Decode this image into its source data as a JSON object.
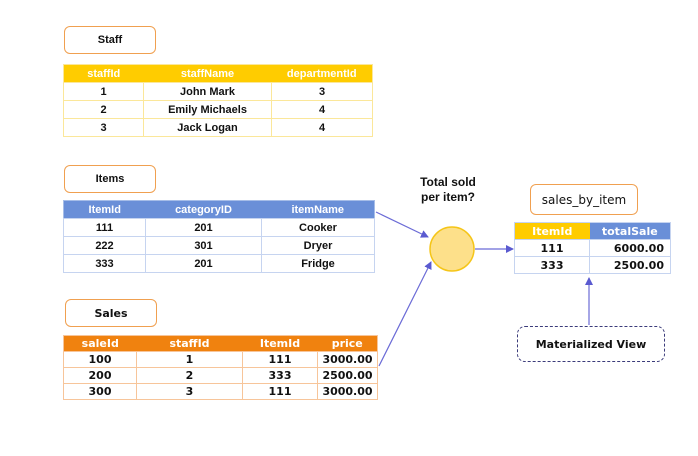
{
  "staff": {
    "label": "Staff",
    "columns": [
      "staffId",
      "staffName",
      "departmentId"
    ],
    "rows": [
      [
        "1",
        "John Mark",
        "3"
      ],
      [
        "2",
        "Emily Michaels",
        "4"
      ],
      [
        "3",
        "Jack Logan",
        "4"
      ]
    ]
  },
  "items": {
    "label": "Items",
    "columns": [
      "ItemId",
      "categoryID",
      "itemName"
    ],
    "rows": [
      [
        "111",
        "201",
        "Cooker"
      ],
      [
        "222",
        "301",
        "Dryer"
      ],
      [
        "333",
        "201",
        "Fridge"
      ]
    ]
  },
  "sales": {
    "label": "Sales",
    "columns": [
      "saleId",
      "staffId",
      "ItemId",
      "price"
    ],
    "rows": [
      [
        "100",
        "1",
        "111",
        "3000.00"
      ],
      [
        "200",
        "2",
        "333",
        "2500.00"
      ],
      [
        "300",
        "3",
        "111",
        "3000.00"
      ]
    ]
  },
  "process": {
    "question_line1": "Total sold",
    "question_line2": "per item?"
  },
  "sales_by_item": {
    "label": "sales_by_item",
    "columns": [
      "ItemId",
      "totalSale"
    ],
    "rows": [
      [
        "111",
        "6000.00"
      ],
      [
        "333",
        "2500.00"
      ]
    ]
  },
  "materialized_view": {
    "label": "Materialized View"
  },
  "colors": {
    "staff_header": "#ffcc00",
    "items_header": "#6a8fd8",
    "sales_header": "#f0820f",
    "label_border": "#f0a050",
    "process_fill": "#fde08a",
    "arrow": "#5a5ad0"
  }
}
